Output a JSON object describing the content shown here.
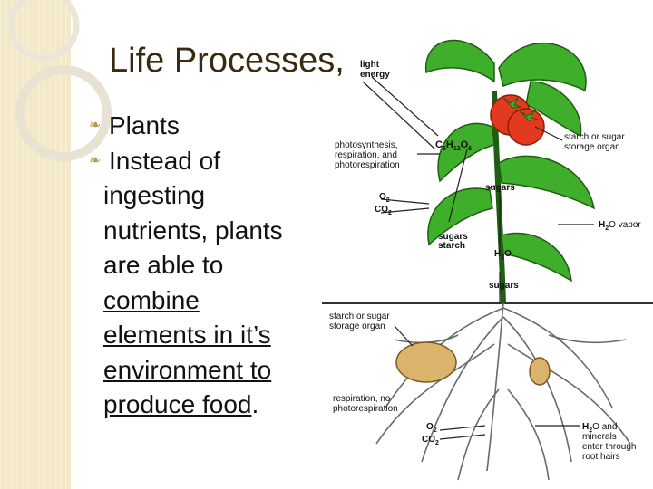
{
  "title": "Life Processes",
  "bullets": {
    "plants": "Plants",
    "instead": "Instead of",
    "lines": [
      "ingesting",
      "nutrients, plants",
      "are able to"
    ],
    "underlined": [
      "combine",
      "elements in it’s",
      "environment to",
      "produce food"
    ],
    "period": "."
  },
  "figure": {
    "light_energy": [
      "light",
      "energy"
    ],
    "photosynthesis": [
      "photosynthesis,",
      "respiration, and",
      "photorespiration"
    ],
    "formula": {
      "c": "C",
      "c_sub": "6",
      "h": "H",
      "h_sub": "12",
      "o": "O",
      "o_sub": "6"
    },
    "o2_top": {
      "o": "O",
      "o_sub": "2"
    },
    "co2_top": {
      "co": "CO",
      "co_sub": "2"
    },
    "sugars_upper": "sugars",
    "sugars_starch": [
      "sugars",
      "starch"
    ],
    "h2o_stem": {
      "h": "H",
      "sub": "2",
      "o": "O"
    },
    "sugars_lower": "sugars",
    "starch_storage_top": [
      "starch or sugar",
      "storage organ"
    ],
    "h2o_vapor": {
      "h": "H",
      "sub": "2",
      "rest": "O vapor"
    },
    "starch_storage_root": [
      "starch or sugar",
      "storage organ"
    ],
    "respiration_no": [
      "respiration, no",
      "photorespiration"
    ],
    "o2_bottom": {
      "o": "O",
      "o_sub": "2"
    },
    "co2_bottom": {
      "co": "CO",
      "co_sub": "2"
    },
    "h2o_minerals": {
      "h": "H",
      "sub": "2",
      "rest": "O and",
      "lines": [
        "minerals",
        "enter through",
        "root hairs"
      ]
    }
  },
  "colors": {
    "leaf": "#3fae2a",
    "leaf_dark": "#1f5e12",
    "tomato": "#e23a1e",
    "potato": "#d9b46a",
    "soil": "#555555",
    "accent": "#b89c4e"
  }
}
